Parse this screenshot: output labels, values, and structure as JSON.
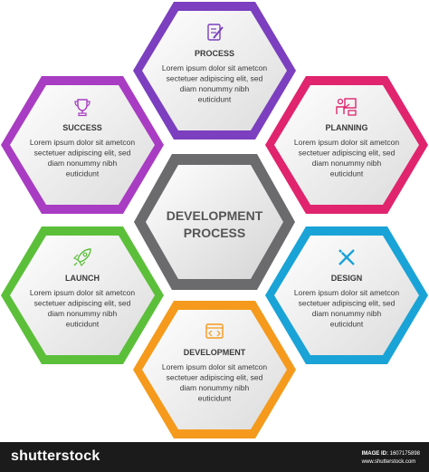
{
  "center": {
    "line1": "DEVELOPMENT",
    "line2": "PROCESS",
    "color": "#6b6b6e"
  },
  "hexagons": [
    {
      "id": "process",
      "title": "PROCESS",
      "color": "#7b3fbf",
      "icon": "document-pencil-icon",
      "body": [
        "Lorem ipsum dolor sit ametcon",
        "sectetuer adipiscing elit, sed",
        "diam nonummy nibh",
        "euticidunt"
      ]
    },
    {
      "id": "planning",
      "title": "PLANNING",
      "color": "#e0246e",
      "icon": "presentation-board-icon",
      "body": [
        "Lorem ipsum dolor sit ametcon",
        "sectetuer adipiscing elit, sed",
        "diam nonummy nibh",
        "euticidunt"
      ]
    },
    {
      "id": "design",
      "title": "DESIGN",
      "color": "#1aa3d6",
      "icon": "pencil-ruler-icon",
      "body": [
        "Lorem ipsum dolor sit ametcon",
        "sectetuer adipiscing elit, sed",
        "diam nonummy nibh",
        "euticidunt"
      ]
    },
    {
      "id": "development",
      "title": "DEVELOPMENT",
      "color": "#f59a1c",
      "icon": "code-window-icon",
      "body": [
        "Lorem ipsum dolor sit ametcon",
        "sectetuer adipiscing elit, sed",
        "diam nonummy nibh",
        "euticidunt"
      ]
    },
    {
      "id": "launch",
      "title": "LAUNCH",
      "color": "#5cbf3a",
      "icon": "rocket-icon",
      "body": [
        "Lorem ipsum dolor sit ametcon",
        "sectetuer adipiscing elit, sed",
        "diam nonummy nibh",
        "euticidunt"
      ]
    },
    {
      "id": "success",
      "title": "SUCCESS",
      "color": "#a83cc2",
      "icon": "trophy-icon",
      "body": [
        "Lorem ipsum dolor sit ametcon",
        "sectetuer adipiscing elit, sed",
        "diam nonummy nibh",
        "euticidunt"
      ]
    }
  ],
  "footer": {
    "brand": "shutterstock",
    "image_id_label": "IMAGE ID:",
    "image_id": "1607175898",
    "site": "www.shutterstock.com"
  }
}
